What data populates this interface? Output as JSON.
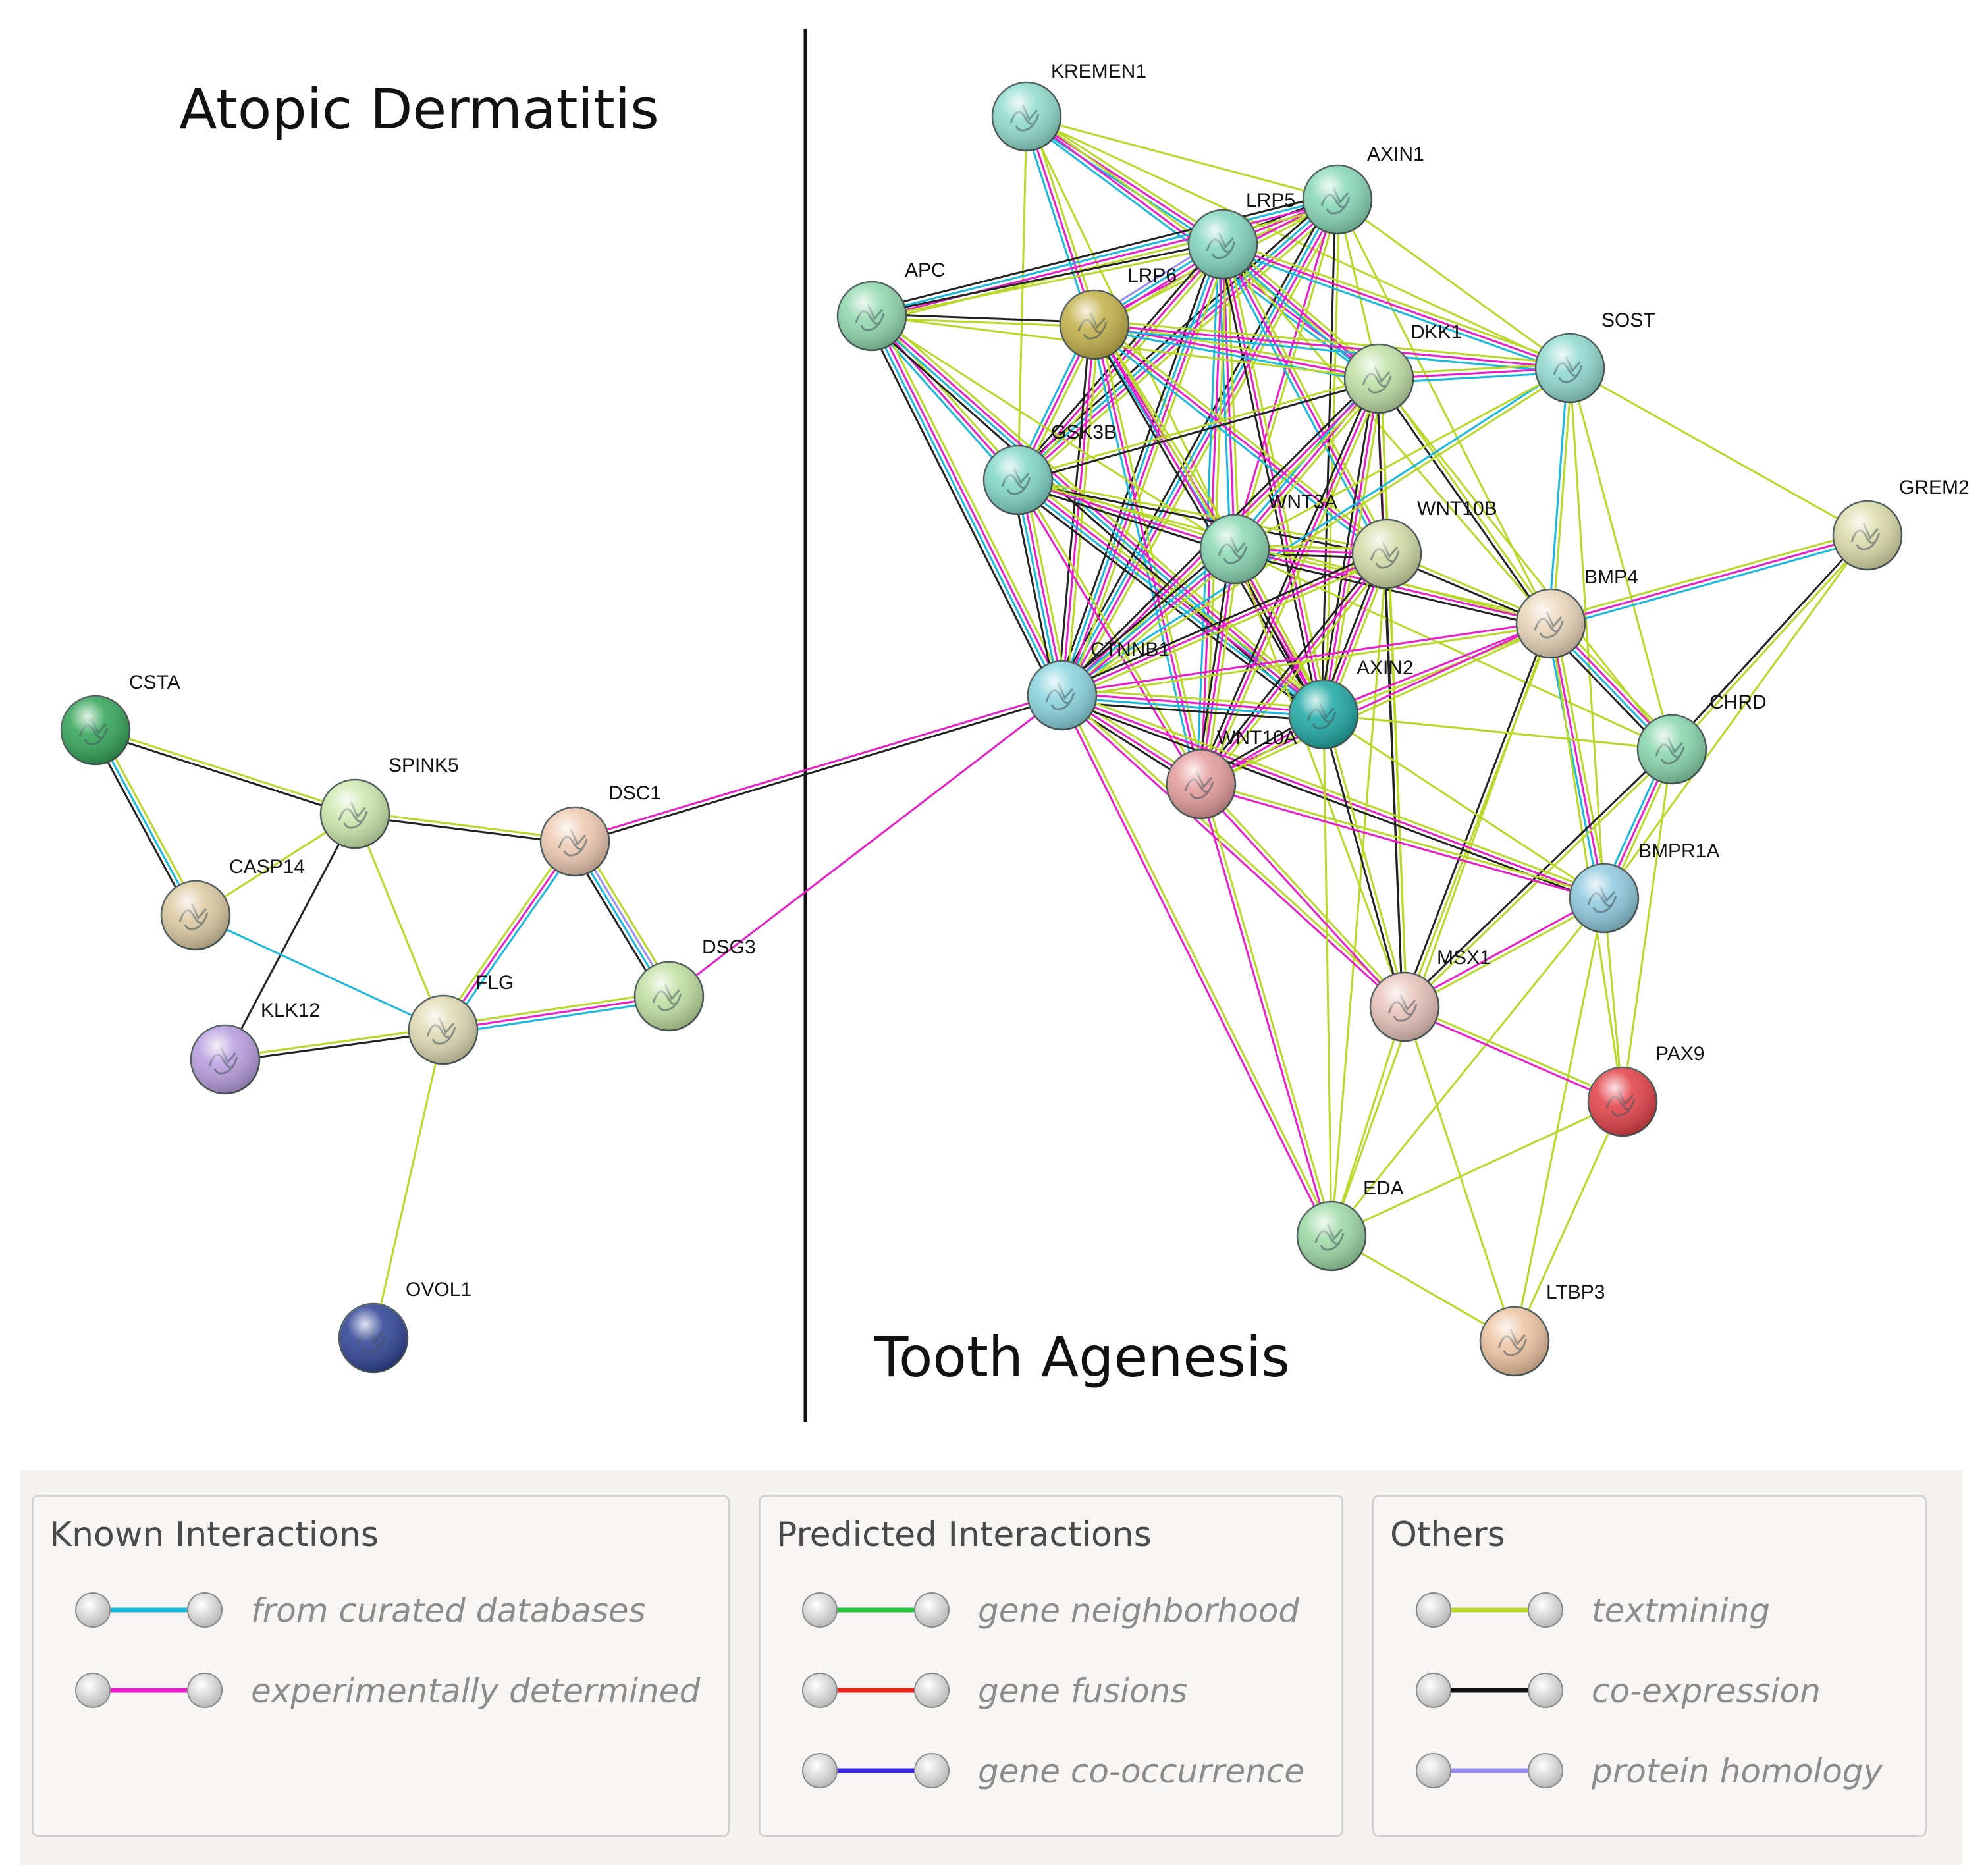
{
  "titles": {
    "left": "Atopic Dermatitis",
    "right": "Tooth Agenesis"
  },
  "nodes": [
    {
      "id": "KREMEN1",
      "label": "KREMEN1",
      "color": "#8fdccd"
    },
    {
      "id": "AXIN1",
      "label": "AXIN1",
      "color": "#86d8b6"
    },
    {
      "id": "LRP5",
      "label": "LRP5",
      "color": "#80d6bd"
    },
    {
      "id": "APC",
      "label": "APC",
      "color": "#8ed8ac"
    },
    {
      "id": "LRP6",
      "label": "LRP6",
      "color": "#c2b046"
    },
    {
      "id": "SOST",
      "label": "SOST",
      "color": "#8ed9d0"
    },
    {
      "id": "DKK1",
      "label": "DKK1",
      "color": "#bfe0a4"
    },
    {
      "id": "GSK3B",
      "label": "GSK3B",
      "color": "#7fd6c8"
    },
    {
      "id": "WNT3A",
      "label": "WNT3A",
      "color": "#88d8b2"
    },
    {
      "id": "WNT10B",
      "label": "WNT10B",
      "color": "#d2dca6"
    },
    {
      "id": "GREM2",
      "label": "GREM2",
      "color": "#dcdcaa"
    },
    {
      "id": "BMP4",
      "label": "BMP4",
      "color": "#ead5b8"
    },
    {
      "id": "CTNNB1",
      "label": "CTNNB1",
      "color": "#88d4de"
    },
    {
      "id": "AXIN2",
      "label": "AXIN2",
      "color": "#1aa7a2"
    },
    {
      "id": "WNT10A",
      "label": "WNT10A",
      "color": "#e49a9a"
    },
    {
      "id": "CHRD",
      "label": "CHRD",
      "color": "#86d6ab"
    },
    {
      "id": "BMPR1A",
      "label": "BMPR1A",
      "color": "#8dc9de"
    },
    {
      "id": "MSX1",
      "label": "MSX1",
      "color": "#e8c2b9"
    },
    {
      "id": "PAX9",
      "label": "PAX9",
      "color": "#e23d44"
    },
    {
      "id": "EDA",
      "label": "EDA",
      "color": "#9cd9a4"
    },
    {
      "id": "LTBP3",
      "label": "LTBP3",
      "color": "#eec3a0"
    },
    {
      "id": "CSTA",
      "label": "CSTA",
      "color": "#2fa355"
    },
    {
      "id": "SPINK5",
      "label": "SPINK5",
      "color": "#cce8ac"
    },
    {
      "id": "DSC1",
      "label": "DSC1",
      "color": "#eec9b0"
    },
    {
      "id": "CASP14",
      "label": "CASP14",
      "color": "#dcc9a0"
    },
    {
      "id": "DSG3",
      "label": "DSG3",
      "color": "#c0e0a0"
    },
    {
      "id": "FLG",
      "label": "FLG",
      "color": "#e0dab2"
    },
    {
      "id": "KLK12",
      "label": "KLK12",
      "color": "#b89cde"
    },
    {
      "id": "OVOL1",
      "label": "OVOL1",
      "color": "#2b3f94"
    }
  ],
  "edge_colors": {
    "curated": "#1ab8dc",
    "experimental": "#e81fc8",
    "textmining": "#b8d82a",
    "coexpression": "#222222",
    "homology": "#9a8ef0"
  },
  "legend": {
    "groups": [
      {
        "title": "Known Interactions",
        "items": [
          {
            "label": "from curated databases",
            "color": "#1ab8dc"
          },
          {
            "label": "experimentally determined",
            "color": "#e81fc8"
          }
        ]
      },
      {
        "title": "Predicted Interactions",
        "items": [
          {
            "label": "gene neighborhood",
            "color": "#22c43a"
          },
          {
            "label": "gene fusions",
            "color": "#e8261c"
          },
          {
            "label": "gene co-occurrence",
            "color": "#3a28e0"
          }
        ]
      },
      {
        "title": "Others",
        "items": [
          {
            "label": "textmining",
            "color": "#b8d82a"
          },
          {
            "label": "co-expression",
            "color": "#111111"
          },
          {
            "label": "protein homology",
            "color": "#9a8ef0"
          }
        ]
      }
    ]
  }
}
